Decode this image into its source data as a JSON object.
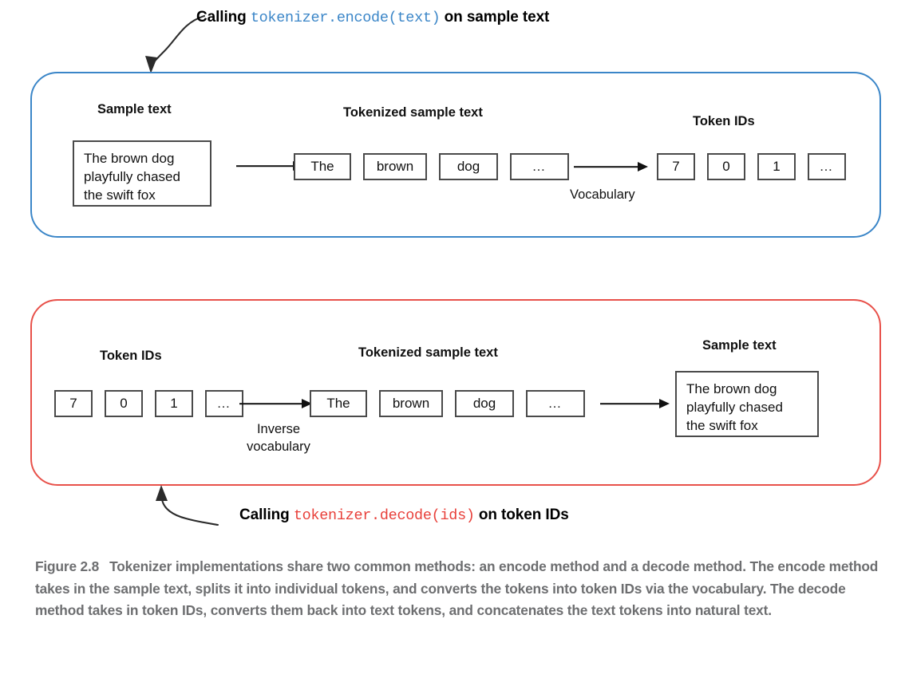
{
  "annotations": {
    "encode": {
      "prefix": "Calling ",
      "code": "tokenizer.encode(text)",
      "suffix": " on sample text",
      "code_color": "#3b86c8"
    },
    "decode": {
      "prefix": "Calling ",
      "code": "tokenizer.decode(ids)",
      "suffix": " on token IDs",
      "code_color": "#e8403a"
    }
  },
  "panels": {
    "encode": {
      "border_color": "#3b86c8",
      "headings": {
        "sample_text": "Sample text",
        "tokenized": "Tokenized sample text",
        "token_ids": "Token IDs"
      },
      "sample_text_value": "The brown dog\nplayfully chased\nthe swift fox",
      "tokens": [
        "The",
        "brown",
        "dog",
        "…"
      ],
      "token_ids": [
        "7",
        "0",
        "1",
        "…"
      ],
      "arrow_label": "Vocabulary"
    },
    "decode": {
      "border_color": "#e8514a",
      "headings": {
        "token_ids": "Token IDs",
        "tokenized": "Tokenized sample text",
        "sample_text": "Sample text"
      },
      "token_ids": [
        "7",
        "0",
        "1",
        "…"
      ],
      "tokens": [
        "The",
        "brown",
        "dog",
        "…"
      ],
      "sample_text_value": "The brown dog\nplayfully chased\nthe swift fox",
      "arrow_label": "Inverse\nvocabulary"
    }
  },
  "caption": {
    "figure_number": "Figure 2.8",
    "text": "Tokenizer implementations share two common methods: an encode method and a decode method. The encode method takes in the sample text, splits it into individual tokens, and converts the tokens into token IDs via the vocabulary. The decode method takes in token IDs, converts them back into text tokens, and concatenates the text tokens into natural text."
  }
}
